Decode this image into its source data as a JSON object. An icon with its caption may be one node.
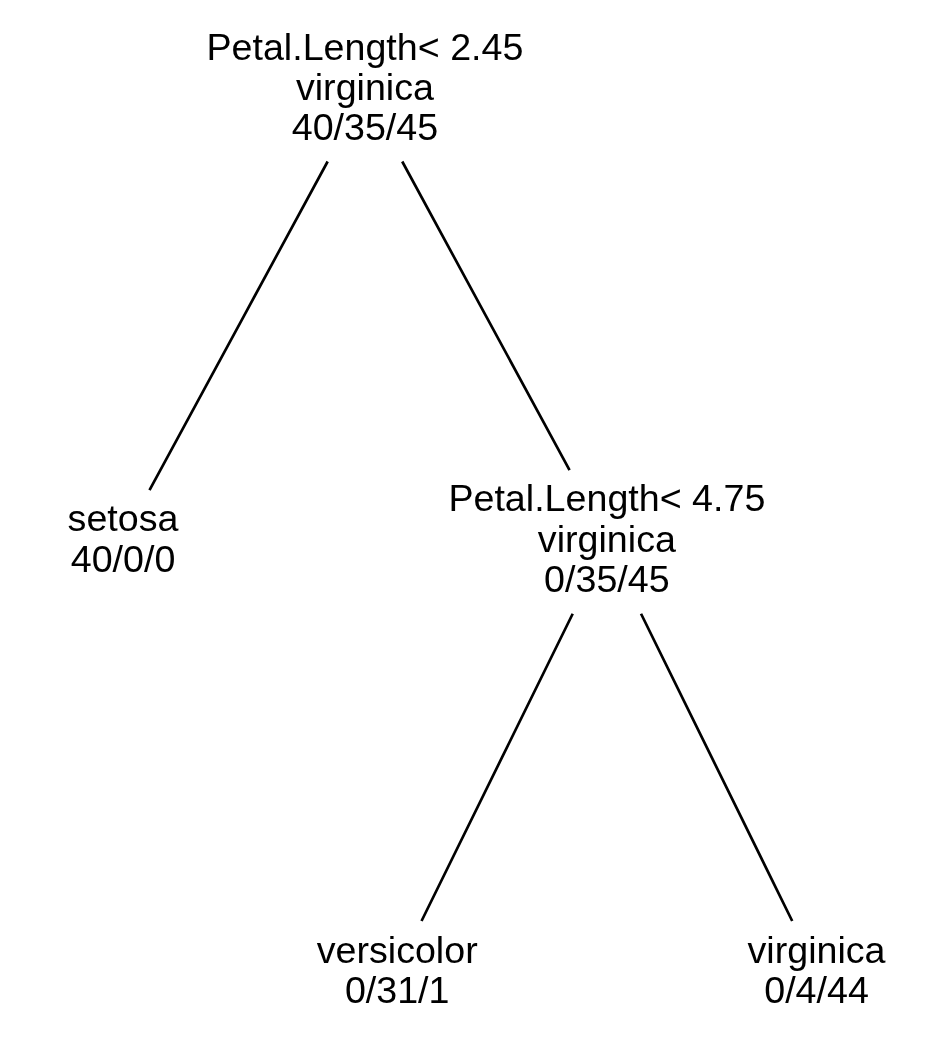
{
  "diagram": {
    "nodes": [
      {
        "text": [
          "Petal.Length< 2.45",
          "virginica",
          "40/35/45"
        ]
      },
      {
        "text": [
          "setosa",
          "40/0/0"
        ]
      },
      {
        "text": [
          "Petal.Length< 4.75",
          "virginica",
          "0/35/45"
        ]
      },
      {
        "text": [
          "versicolor",
          "0/31/1"
        ]
      },
      {
        "text": [
          "virginica",
          "0/4/44"
        ]
      }
    ],
    "edges": [
      {
        "from": 0,
        "to": 1,
        "arrow": "none"
      },
      {
        "from": 0,
        "to": 2,
        "arrow": "none"
      },
      {
        "from": 2,
        "to": 3,
        "arrow": "none"
      },
      {
        "from": 2,
        "to": 4,
        "arrow": "none"
      }
    ]
  }
}
